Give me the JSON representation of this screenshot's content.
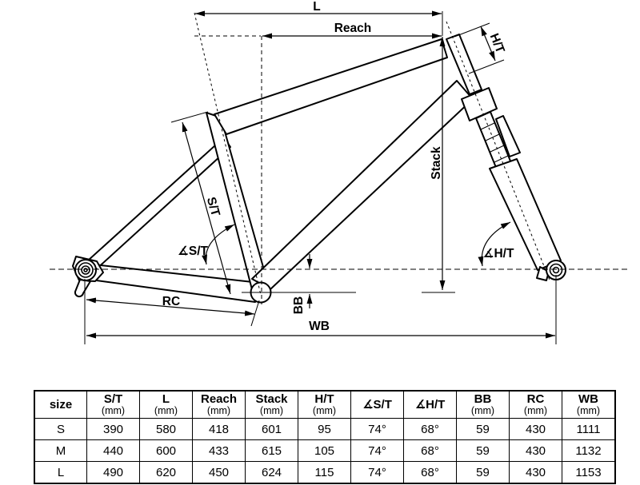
{
  "diagram": {
    "labels": {
      "l": "L",
      "reach": "Reach",
      "ht": "H/T",
      "stack": "Stack",
      "st": "S/T",
      "angle_st": "∡S/T",
      "angle_ht": "∡H/T",
      "rc": "RC",
      "bb": "BB",
      "wb": "WB"
    }
  },
  "table": {
    "columns": [
      {
        "label": "size",
        "unit": ""
      },
      {
        "label": "S/T",
        "unit": "(mm)"
      },
      {
        "label": "L",
        "unit": "(mm)"
      },
      {
        "label": "Reach",
        "unit": "(mm)"
      },
      {
        "label": "Stack",
        "unit": "(mm)"
      },
      {
        "label": "H/T",
        "unit": "(mm)"
      },
      {
        "label": "∡S/T",
        "unit": ""
      },
      {
        "label": "∡H/T",
        "unit": ""
      },
      {
        "label": "BB",
        "unit": "(mm)"
      },
      {
        "label": "RC",
        "unit": "(mm)"
      },
      {
        "label": "WB",
        "unit": "(mm)"
      }
    ],
    "rows": [
      [
        "S",
        "390",
        "580",
        "418",
        "601",
        "95",
        "74°",
        "68°",
        "59",
        "430",
        "1111"
      ],
      [
        "M",
        "440",
        "600",
        "433",
        "615",
        "105",
        "74°",
        "68°",
        "59",
        "430",
        "1132"
      ],
      [
        "L",
        "490",
        "620",
        "450",
        "624",
        "115",
        "74°",
        "68°",
        "59",
        "430",
        "1153"
      ]
    ]
  },
  "colors": {
    "line": "#000000",
    "background": "#ffffff"
  }
}
